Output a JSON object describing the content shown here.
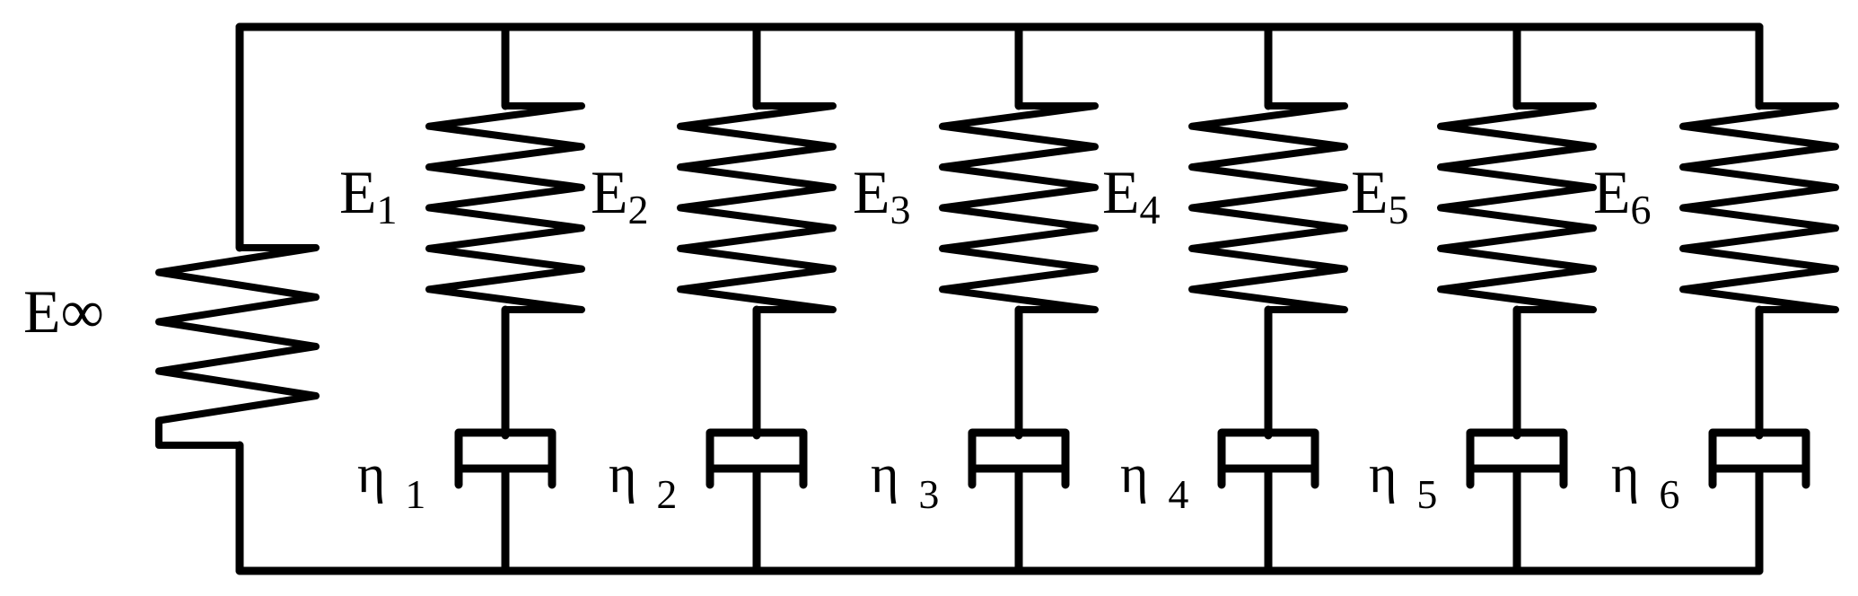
{
  "diagram": {
    "equilibrium_spring": {
      "label_main": "E",
      "label_symbol": "∞"
    },
    "maxwell_elements": [
      {
        "spring_main": "E",
        "spring_sub": "1",
        "dashpot_main": "η",
        "dashpot_sub": "1"
      },
      {
        "spring_main": "E",
        "spring_sub": "2",
        "dashpot_main": "η",
        "dashpot_sub": "2"
      },
      {
        "spring_main": "E",
        "spring_sub": "3",
        "dashpot_main": "η",
        "dashpot_sub": "3"
      },
      {
        "spring_main": "E",
        "spring_sub": "4",
        "dashpot_main": "η",
        "dashpot_sub": "4"
      },
      {
        "spring_main": "E",
        "spring_sub": "5",
        "dashpot_main": "η",
        "dashpot_sub": "5"
      },
      {
        "spring_main": "E",
        "spring_sub": "6",
        "dashpot_main": "η",
        "dashpot_sub": "6"
      }
    ]
  }
}
